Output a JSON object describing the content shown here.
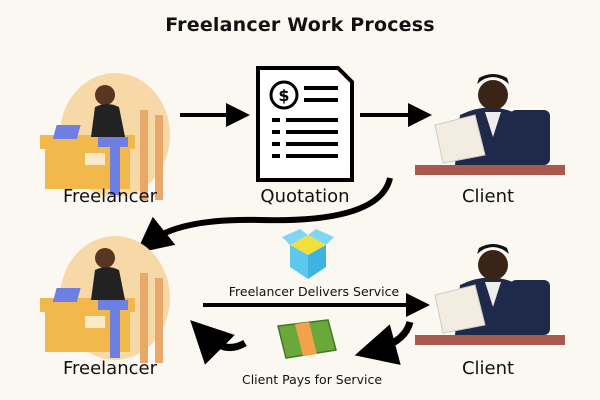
{
  "title": "Freelancer Work Process",
  "row1": {
    "freelancer_label": "Freelancer",
    "quotation_label": "Quotation",
    "client_label": "Client"
  },
  "row2": {
    "freelancer_label": "Freelancer",
    "client_label": "Client",
    "deliver_label": "Freelancer Delivers Service",
    "pay_label": "Client Pays for Service"
  },
  "colors": {
    "background": "#fbf8f2",
    "desk": "#f2b84b",
    "client_suit": "#1f2a4a",
    "desk_client": "#a8584c",
    "box": "#5cc8ef",
    "money": "#6aa83a",
    "band": "#f2a24a"
  }
}
